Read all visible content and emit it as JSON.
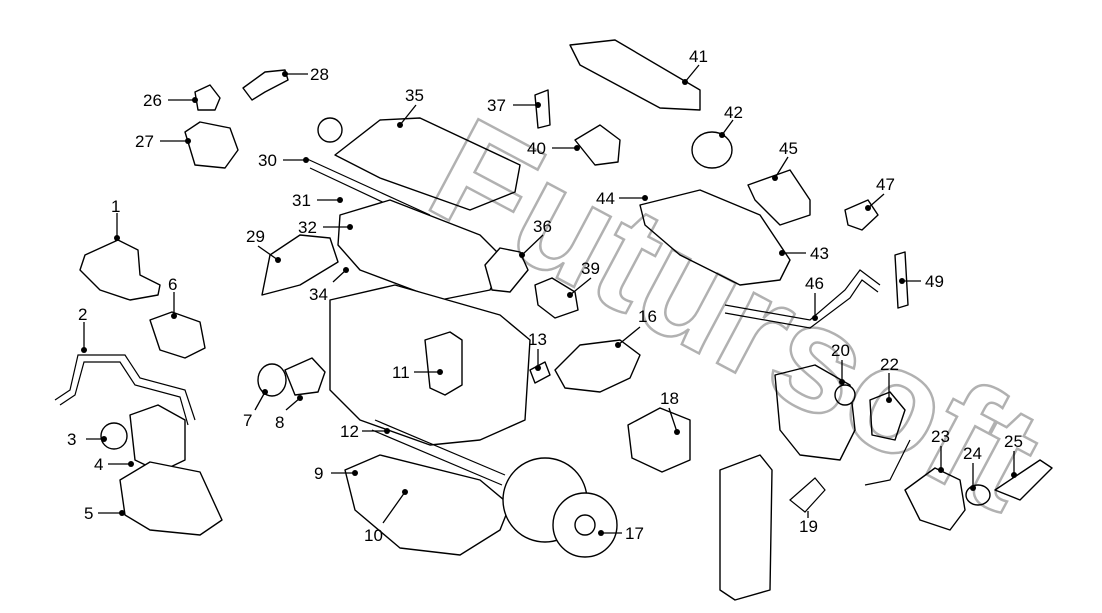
{
  "diagram": {
    "watermark_text": "Futursoft",
    "labels": [
      "1",
      "2",
      "3",
      "4",
      "5",
      "6",
      "7",
      "8",
      "9",
      "10",
      "11",
      "12",
      "13",
      "16",
      "17",
      "18",
      "19",
      "20",
      "22",
      "23",
      "24",
      "25",
      "26",
      "27",
      "28",
      "29",
      "30",
      "31",
      "32",
      "34",
      "35",
      "36",
      "37",
      "39",
      "40",
      "41",
      "42",
      "43",
      "44",
      "45",
      "46",
      "47",
      "49"
    ]
  }
}
